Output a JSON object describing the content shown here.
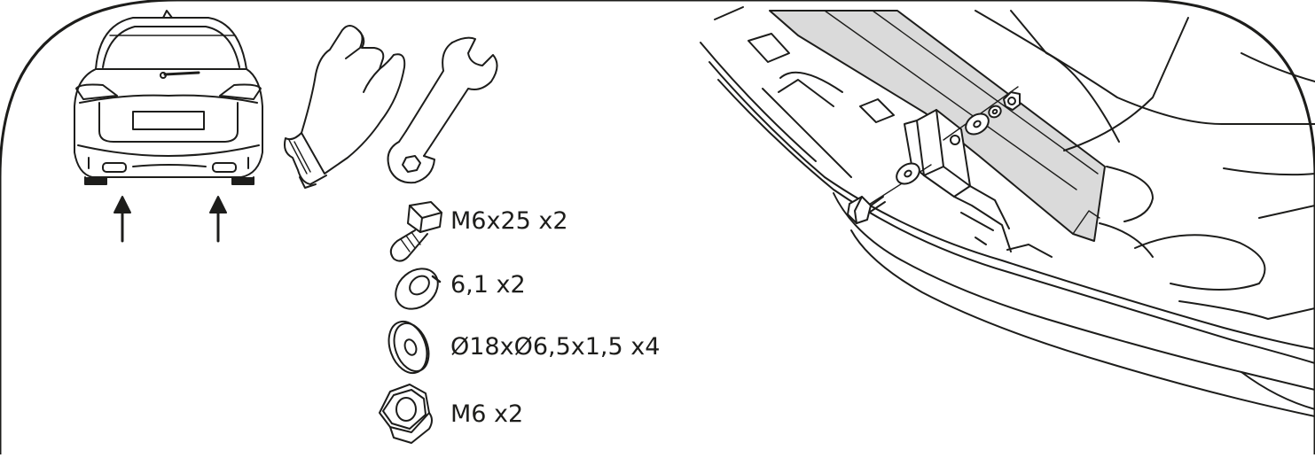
{
  "colors": {
    "line": "#1d1d1b",
    "fill": "#ffffff",
    "shade": "#dadada"
  },
  "icons": [
    "car-rear-view-icon",
    "up-arrow-icon",
    "glove-icon",
    "wrench-icon",
    "bolt-icon",
    "spring-washer-icon",
    "flat-washer-icon",
    "hex-nut-icon"
  ],
  "parts": [
    {
      "id": "bolt",
      "label": "M6x25 x2"
    },
    {
      "id": "spring_washer",
      "label": "6,1 x2"
    },
    {
      "id": "flat_washer",
      "label": "Ø18xØ6,5x1,5 x4"
    },
    {
      "id": "nut",
      "label": "M6 x2"
    }
  ]
}
